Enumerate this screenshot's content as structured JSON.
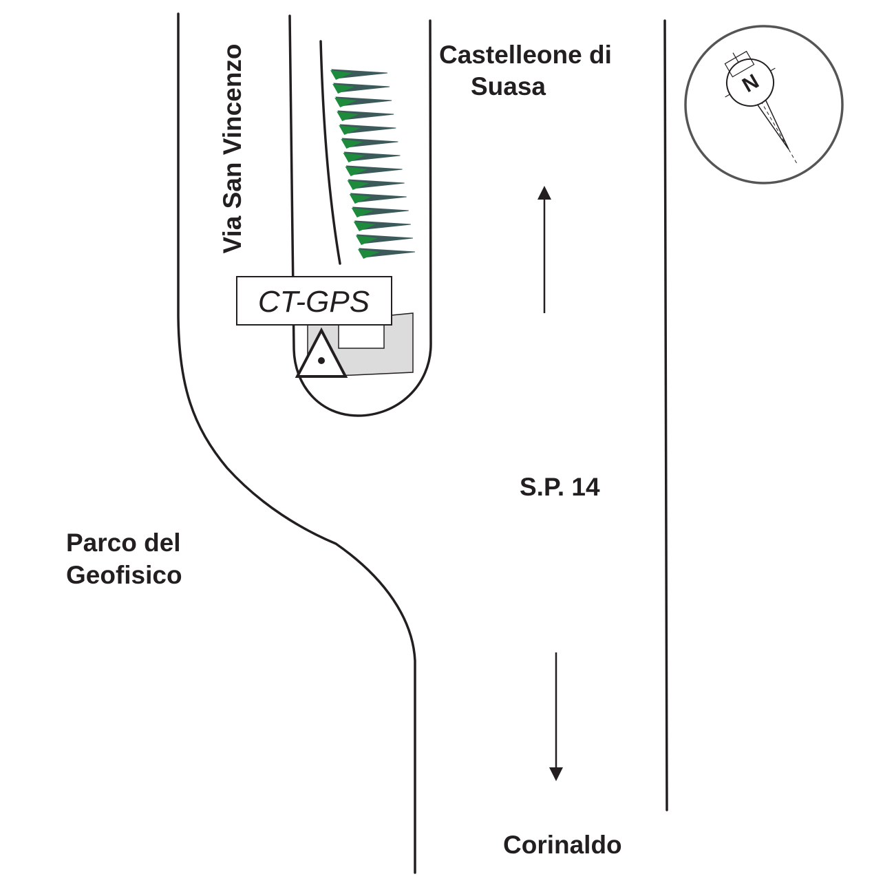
{
  "map": {
    "labels": {
      "via_san_vincenzo": "Via San Vincenzo",
      "castelleone_line1": "Castelleone di",
      "castelleone_line2": "Suasa",
      "sp14": "S.P. 14",
      "parco_line1": "Parco del",
      "parco_line2": "Geofisico",
      "corinaldo": "Corinaldo",
      "station": "CT-GPS"
    },
    "compass": {
      "north_label": "N"
    },
    "colors": {
      "line": "#231f20",
      "tree": "#1e8a3c",
      "tree_dark": "#3c5a5a",
      "building": "#dcdcdc",
      "compass": "#555555"
    },
    "icons": {
      "station_marker": "triangle-dot-icon",
      "trees": "tree-row-icon",
      "compass": "compass-rose-icon",
      "direction": "arrow-icon"
    }
  }
}
